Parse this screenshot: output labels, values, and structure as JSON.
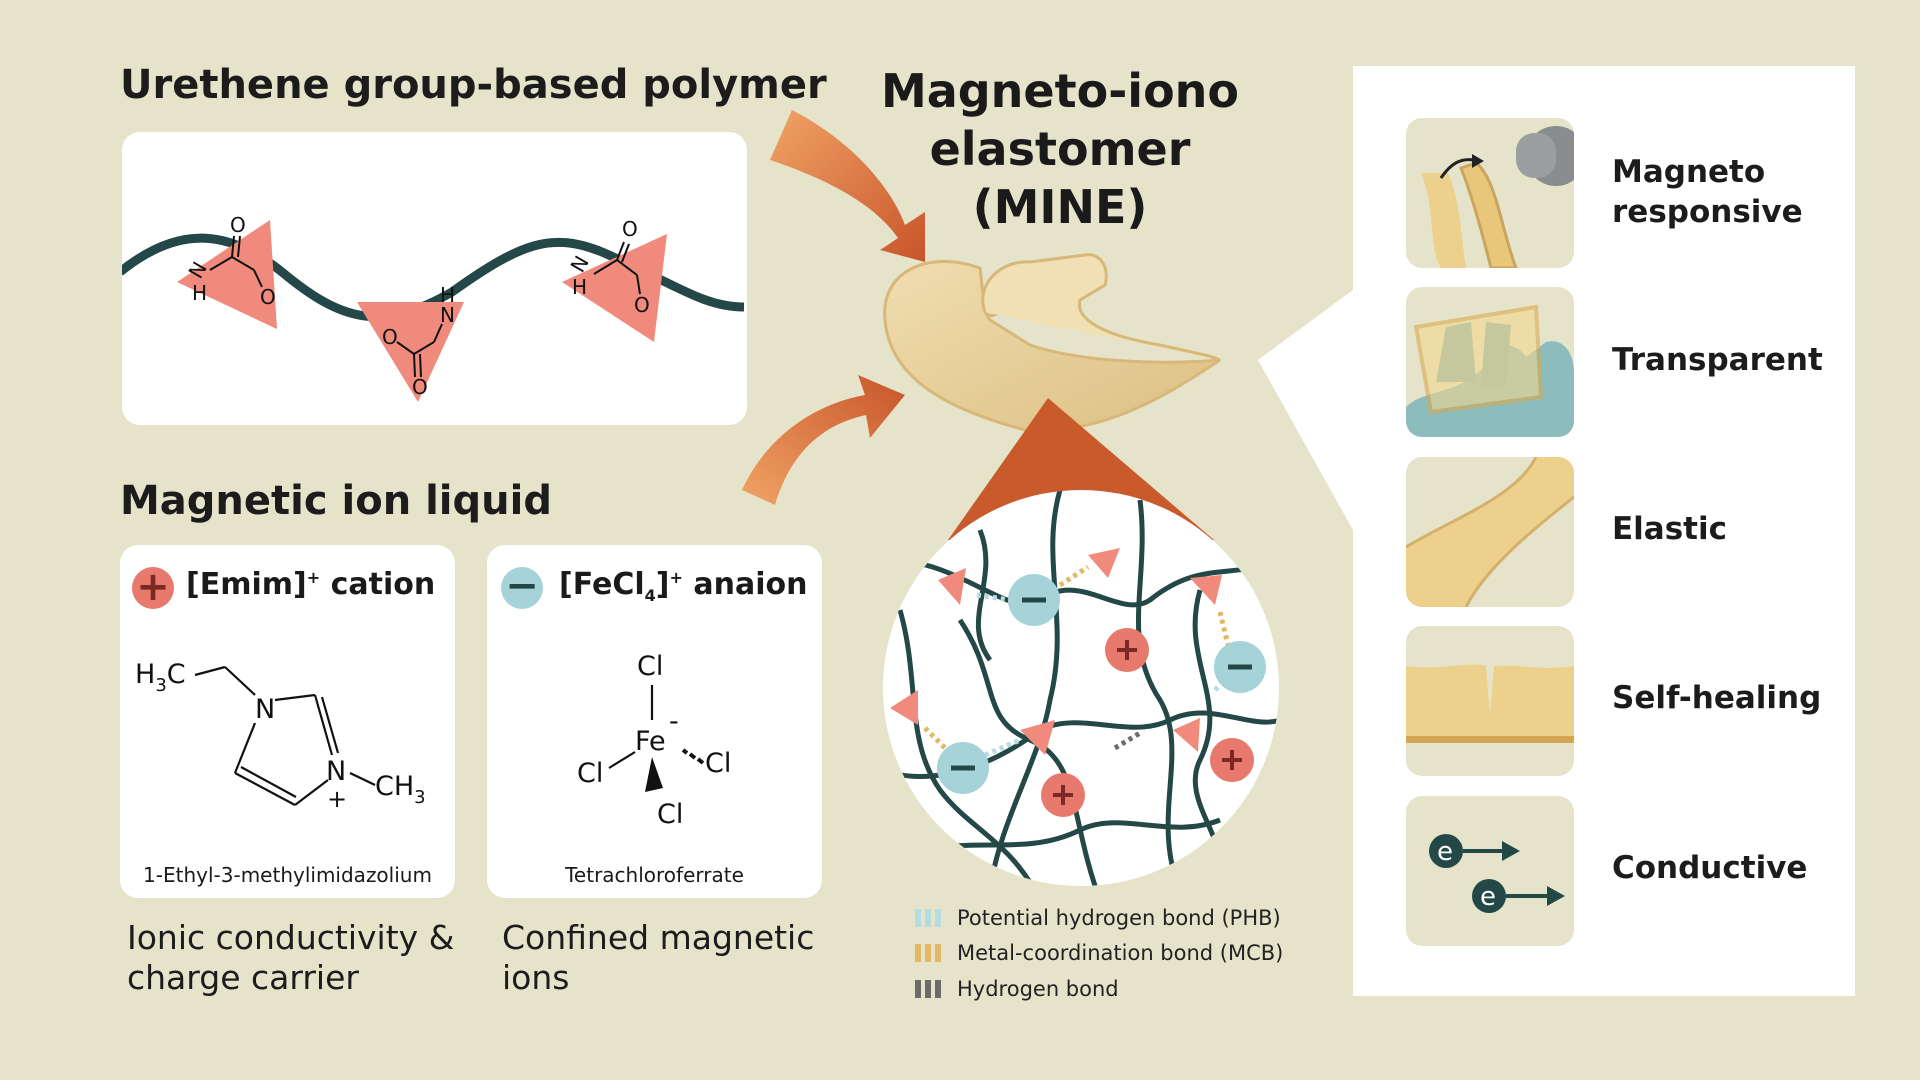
{
  "urethane": {
    "title": "Urethene group-based polymer"
  },
  "mine": {
    "line1": "Magneto-iono",
    "line2": "elastomer",
    "line3": "(MINE)"
  },
  "mil": {
    "title": "Magnetic ion liquid",
    "cation": {
      "label": "[Emim]",
      "charge": "+",
      "suffix": " cation",
      "name": "1-Ethyl-3-methylimidazolium",
      "desc1": "Ionic conductivity &",
      "desc2": "charge carrier",
      "atoms": {
        "h3c": "H",
        "h3c_sub": "3",
        "h3c_c": "C",
        "n1": "N",
        "n2": "N",
        "ch3": "CH",
        "ch3_sub": "3",
        "plus": "+"
      }
    },
    "anion": {
      "label_pre": "[FeCl",
      "label_sub": "4",
      "label_post": "]",
      "charge": "+",
      "suffix": " anaion",
      "name": "Tetrachloroferrate",
      "desc1": "Confined magnetic",
      "desc2": "ions",
      "atoms": {
        "cl_top": "Cl",
        "fe": "Fe",
        "minus": "-",
        "cl_left": "Cl",
        "cl_right": "Cl",
        "cl_bottom": "Cl"
      }
    }
  },
  "urethane_atoms": {
    "n": "N",
    "h": "H",
    "o": "O"
  },
  "legend": [
    {
      "label": "Potential hydrogen bond (PHB)",
      "color": "#b5dde0"
    },
    {
      "label": "Metal-coordination bond (MCB)",
      "color": "#e3b865"
    },
    {
      "label": "Hydrogen bond",
      "color": "#6b6b6b"
    }
  ],
  "properties": [
    {
      "label_lines": [
        "Magneto",
        "responsive"
      ],
      "icon": "magnet-bend-icon"
    },
    {
      "label_lines": [
        "Transparent"
      ],
      "icon": "glove-film-icon"
    },
    {
      "label_lines": [
        "Elastic"
      ],
      "icon": "stretch-icon"
    },
    {
      "label_lines": [
        "Self-healing"
      ],
      "icon": "crack-heal-icon"
    },
    {
      "label_lines": [
        "Conductive"
      ],
      "icon": "electron-arrow-icon"
    }
  ],
  "electron": "e",
  "colors": {
    "background": "#e5e4cb",
    "chain": "#244747",
    "urethane": "#ef8a7c",
    "cation": "#e8796d",
    "anion": "#a6d3d7",
    "arrow": "#d26a35",
    "film": "#ead19a"
  }
}
